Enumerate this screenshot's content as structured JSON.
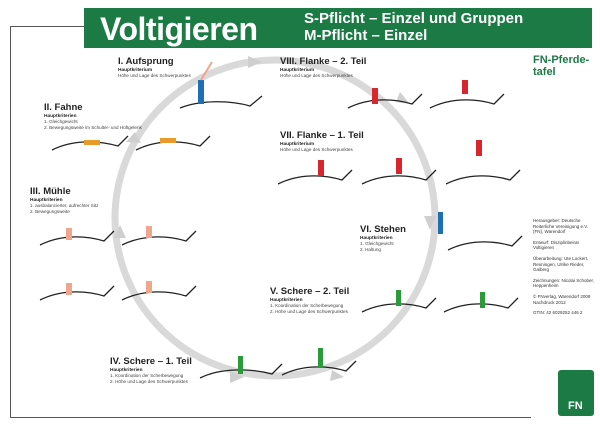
{
  "header": {
    "title": "Voltigieren",
    "line1": "S-Pflicht – Einzel und Gruppen",
    "line2": "M-Pflicht – Einzel"
  },
  "sidebar": {
    "fn_title": "FN-Pferde-tafel",
    "publisher": "Herausgeber: Deutsche Reiterliche Vereinigung e.V. (FN), Warendorf",
    "draft": "Entwurf: Disziplinbeirat Voltigieren",
    "revision": "Überarbeitung: Ute Lockert, Renningen, Ulrike Rieder, Gaiberg",
    "drawings": "Zeichnungen: Nicolai Schober, Heppenheim",
    "copyright": "© FNverlag, Warendorf 2008 Nachdruck 2012",
    "gtin": "GTIN: 42 6029252 446 2",
    "logo_text": "FN"
  },
  "sections": [
    {
      "title": "I. Aufsprung",
      "crit_label": "Hauptkriterium",
      "lines": [
        "Höhe und Lage des Schwerpunktes"
      ]
    },
    {
      "title": "II. Fahne",
      "crit_label": "Hauptkriterien",
      "lines": [
        "1. Gleichgewicht",
        "2. Bewegungsweite im Schulter- und Hüftgelenk"
      ]
    },
    {
      "title": "III. Mühle",
      "crit_label": "Hauptkriterien",
      "lines": [
        "1. ausbalancierter, aufrechter Sitz",
        "2. Bewegungsweite"
      ]
    },
    {
      "title": "IV. Schere – 1. Teil",
      "crit_label": "Hauptkriterien",
      "lines": [
        "1. Koordination der Scherbewegung",
        "2. Höhe und Lage des Schwerpunktes"
      ]
    },
    {
      "title": "V. Schere – 2. Teil",
      "crit_label": "Hauptkriterien",
      "lines": [
        "1. Koordination der Scherbewegung",
        "2. Höhe und Lage des Schwerpunktes"
      ]
    },
    {
      "title": "VI. Stehen",
      "crit_label": "Hauptkriterien",
      "lines": [
        "1. Gleichgewicht",
        "2. Haltung"
      ]
    },
    {
      "title": "VII. Flanke – 1. Teil",
      "crit_label": "Hauptkriterium",
      "lines": [
        "Höhe und Lage des Schwerpunktes"
      ]
    },
    {
      "title": "VIII. Flanke – 2. Teil",
      "crit_label": "Hauptkriterium",
      "lines": [
        "Höhe und Lage des Schwerpunktes"
      ]
    }
  ],
  "colors": {
    "green": "#1c7a45",
    "aufsprung": "#1f6fb5",
    "fahne": "#e89a2a",
    "muehle": "#f0a58c",
    "schere": "#2a9a3a",
    "stehen": "#1f6fb5",
    "flanke": "#d8262f"
  }
}
